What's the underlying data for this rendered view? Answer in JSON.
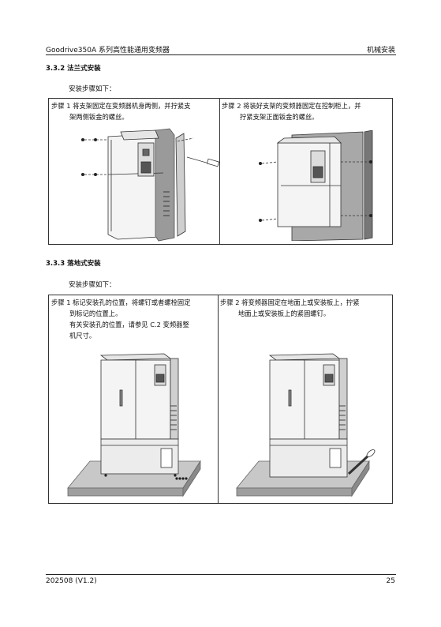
{
  "header": {
    "title": "Goodrive350A 系列高性能通用变频器",
    "section": "机械安装"
  },
  "section_332": {
    "heading": "3.3.2 法兰式安装",
    "intro": "安装步骤如下：",
    "step1": [
      "步骤 1 将支架固定在变频器机身两侧，并拧紧支",
      "架两侧钣金的螺丝。"
    ],
    "step2": [
      "步骤 2 将装好支架的变频器固定在控制柜上，并",
      "拧紧支架正面钣金的螺丝。"
    ]
  },
  "section_333": {
    "heading": "3.3.3 落地式安装",
    "intro": "安装步骤如下：",
    "step1": [
      "步骤 1 标记安装孔的位置，将螺钉或者螺栓固定",
      "到标记的位置上。",
      "有关安装孔的位置，请参见 C.2 变频器整",
      "机尺寸。"
    ],
    "step2": [
      "步骤 2 将变频器固定在地面上或安装板上，拧紧",
      "地面上或安装板上的紧固螺钉。"
    ]
  },
  "footer": {
    "version": "202508 (V1.2)",
    "page": "25"
  }
}
